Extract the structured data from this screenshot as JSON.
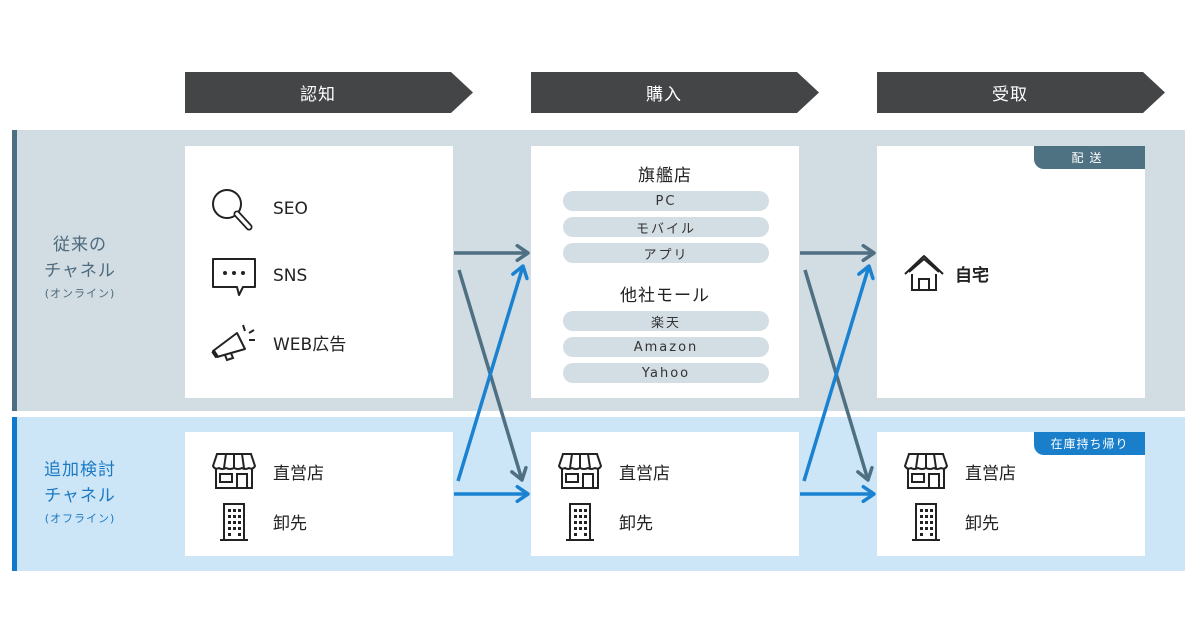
{
  "stages": [
    {
      "label": "認知"
    },
    {
      "label": "購入"
    },
    {
      "label": "受取"
    }
  ],
  "bands": {
    "online": {
      "title": "従来の",
      "title2": "チャネル",
      "sub": "(オンライン)",
      "color": "#4c6e82",
      "bg": "#d1dce3"
    },
    "offline": {
      "title": "追加検討",
      "title2": "チャネル",
      "sub": "(オフライン)",
      "color": "#0f7acc",
      "bg": "#cde6f7"
    }
  },
  "awareness_online": {
    "items": [
      {
        "icon": "magnifier-icon",
        "label": "SEO"
      },
      {
        "icon": "chat-bubble-icon",
        "label": "SNS"
      },
      {
        "icon": "megaphone-icon",
        "label": "WEB広告"
      }
    ]
  },
  "purchase_online": {
    "groups": [
      {
        "title": "旗艦店",
        "options": [
          "PC",
          "モバイル",
          "アプリ"
        ]
      },
      {
        "title": "他社モール",
        "options": [
          "楽天",
          "Amazon",
          "Yahoo"
        ]
      }
    ]
  },
  "receive_online": {
    "tag": "配送",
    "item": {
      "icon": "house-icon",
      "label": "自宅"
    }
  },
  "offline_items": [
    {
      "icon": "storefront-icon",
      "label": "直営店"
    },
    {
      "icon": "office-building-icon",
      "label": "卸先"
    }
  ],
  "receive_offline": {
    "tag": "在庫持ち帰り"
  },
  "colors": {
    "stage_arrow": "#444546",
    "online_arrow": "#4f6f82",
    "offline_arrow": "#1a82d0"
  }
}
